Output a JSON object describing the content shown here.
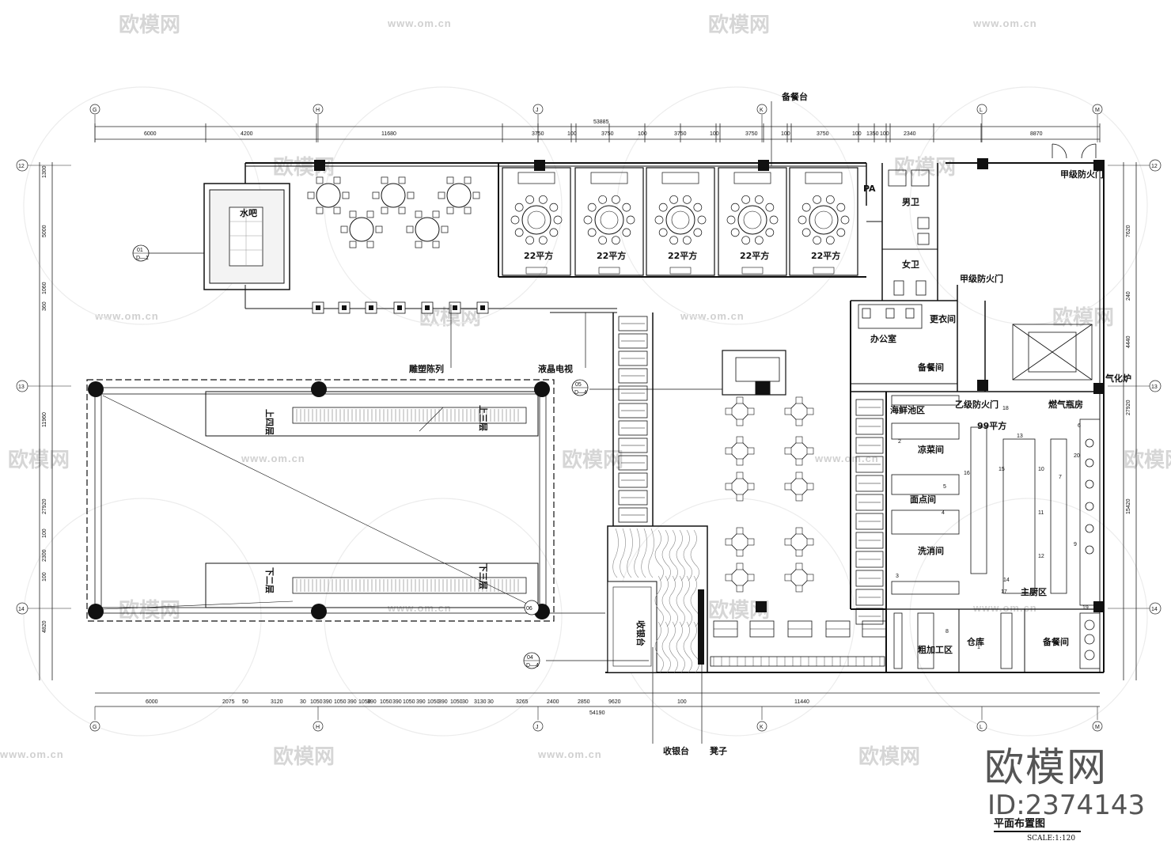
{
  "watermark": {
    "brand": "欧模网",
    "url": "www.om.cn",
    "id_label": "ID:2374143"
  },
  "title": {
    "name": "平面布置图",
    "scale": "SCALE:1:120"
  },
  "overall_dims": {
    "top": "53885",
    "bottom": "54190"
  },
  "top_dims": [
    "6000",
    "4200",
    "11680",
    "3750",
    "100",
    "3750",
    "100",
    "3750",
    "100",
    "3750",
    "100",
    "3750",
    "100",
    "1350",
    "100",
    "2340",
    "8870"
  ],
  "bottom_dims": [
    "6000",
    "2075",
    "50",
    "3120",
    "30",
    "1050",
    "390",
    "1050",
    "390",
    "1050",
    "390",
    "1050",
    "390",
    "1050",
    "390",
    "1050",
    "390",
    "1050",
    "30",
    "3130",
    "30",
    "3265",
    "2400",
    "2850",
    "9620",
    "100",
    "11440"
  ],
  "left_dims": [
    "1300",
    "5000",
    "1060",
    "360",
    "11960",
    "27920",
    "100",
    "2300",
    "100",
    "4820"
  ],
  "right_dims": [
    "7620",
    "240",
    "4440",
    "27920",
    "15420"
  ],
  "axes": {
    "columns": [
      "G",
      "H",
      "J",
      "K",
      "L",
      "M"
    ],
    "rows": [
      "12",
      "13",
      "14"
    ]
  },
  "rooms": {
    "water_bar": "水吧",
    "private_room_area": "22平方",
    "pa": "PA",
    "mens": "男卫",
    "womens": "女卫",
    "office": "办公室",
    "locker": "更衣间",
    "kitchen_area": "99平方",
    "cold_dish": "凉菜间",
    "pastry": "面点间",
    "dish_wash": "洗消间",
    "main_kitchen": "主厨区",
    "warehouse": "仓库",
    "rough_process": "粗加工区",
    "seafood": "海鲜池区",
    "gas_room": "燃气瓶房",
    "gas_meter": "气化炉",
    "cashier_room": "收银台",
    "up4": "上四层",
    "up3": "上三层",
    "down2": "下二层",
    "down3": "下三层"
  },
  "callouts": {
    "prep_station": "备餐台",
    "sculpture": "雕塑陈列",
    "lcd_tv": "液晶电视",
    "cashier": "收银台",
    "stool": "凳子",
    "fire_door_a": "甲级防火门",
    "fire_door_b": "甲级防火门",
    "fire_door_c": "乙级防火门",
    "service_room": "备餐间"
  },
  "markers": {
    "m01": {
      "num": "01",
      "sub": "D—1"
    },
    "m05": {
      "num": "05",
      "sub": "D—4"
    },
    "m04": {
      "num": "04",
      "sub": "D—4"
    },
    "m06": {
      "num": "06"
    }
  },
  "kitchen_numbers": [
    "16",
    "15",
    "10",
    "13",
    "7",
    "20",
    "14",
    "12",
    "11",
    "6",
    "3",
    "4",
    "2",
    "5",
    "18",
    "17",
    "19",
    "1",
    "8",
    "9"
  ]
}
